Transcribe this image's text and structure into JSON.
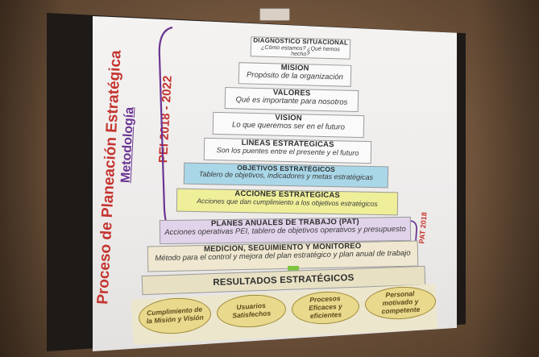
{
  "slide": {
    "title": "Proceso de Planeación Estratégica",
    "subtitle": "Metodología",
    "pei_label": "PEI 2018 - 2022",
    "pat_label": "PAT 2018"
  },
  "steps": [
    {
      "title": "DIAGNÓSTICO SITUACIONAL",
      "subtitle": "¿Cómo estamos? ¿Qué hemos hecho?"
    },
    {
      "title": "MISIÓN",
      "subtitle": "Propósito de la organización"
    },
    {
      "title": "VALORES",
      "subtitle": "Qué es importante para nosotros"
    },
    {
      "title": "VISIÓN",
      "subtitle": "Lo que queremos ser en el futuro"
    },
    {
      "title": "LÍNEAS ESTRATÉGICAS",
      "subtitle": "Son los puentes entre el presente y el futuro"
    },
    {
      "title": "OBJETIVOS ESTRATÉGICOS",
      "subtitle": "Tablero de objetivos, indicadores y metas estratégicas"
    },
    {
      "title": "ACCIONES ESTRATÉGICAS",
      "subtitle": "Acciones que dan cumplimiento a los objetivos estratégicos"
    },
    {
      "title": "PLANES ANUALES DE TRABAJO (PAT)",
      "subtitle": "Acciones operativas PEI, tablero de objetivos operativos y presupuesto"
    },
    {
      "title": "MEDICIÓN, SEGUIMIENTO Y MONITOREO",
      "subtitle": "Método para el control y mejora del plan estratégico y plan anual de trabajo"
    }
  ],
  "results": {
    "title": "RESULTADOS ESTRATÉGICOS",
    "outcomes": [
      "Cumplimiento de la Misión y Visión",
      "Usuarios Satisfechos",
      "Procesos Eficaces y eficientes",
      "Personal motivado y competente"
    ]
  },
  "colors": {
    "title_red": "#c4342f",
    "subtitle_purple": "#6a3593",
    "objetivos_cyan": "#a9d7e8",
    "acciones_yellow": "#efef9a",
    "pat_lilac": "#e1d3ea",
    "oval_gold": "#e8d98d",
    "arrow_green": "#7cc340"
  }
}
